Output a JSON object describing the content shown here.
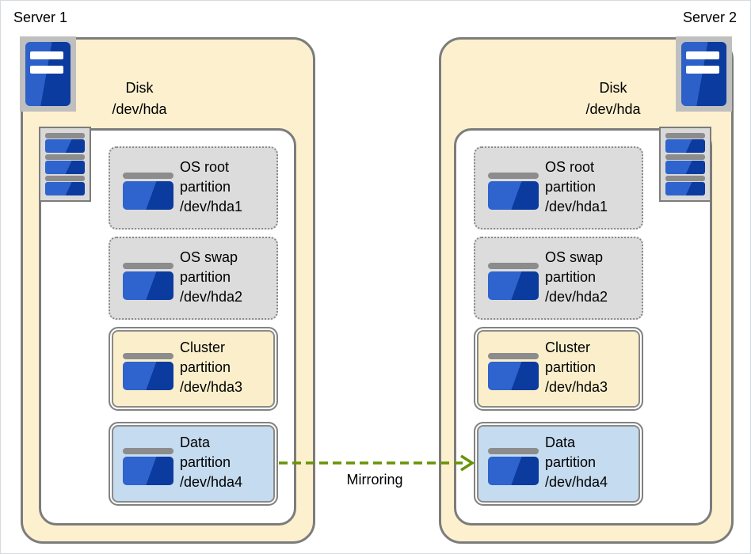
{
  "diagram": {
    "servers": [
      {
        "title": "Server 1",
        "disk_label": [
          "Disk",
          "/dev/hda"
        ],
        "partitions": [
          {
            "type": "os",
            "lines": [
              "OS root",
              "partition",
              "/dev/hda1"
            ]
          },
          {
            "type": "os",
            "lines": [
              "OS swap",
              "partition",
              "/dev/hda2"
            ]
          },
          {
            "type": "cluster",
            "lines": [
              "Cluster",
              "partition",
              "/dev/hda3"
            ]
          },
          {
            "type": "data",
            "lines": [
              "Data",
              "partition",
              "/dev/hda4"
            ]
          }
        ]
      },
      {
        "title": "Server 2",
        "disk_label": [
          "Disk",
          "/dev/hda"
        ],
        "partitions": [
          {
            "type": "os",
            "lines": [
              "OS root",
              "partition",
              "/dev/hda1"
            ]
          },
          {
            "type": "os",
            "lines": [
              "OS swap",
              "partition",
              "/dev/hda2"
            ]
          },
          {
            "type": "cluster",
            "lines": [
              "Cluster",
              "partition",
              "/dev/hda3"
            ]
          },
          {
            "type": "data",
            "lines": [
              "Data",
              "partition",
              "/dev/hda4"
            ]
          }
        ]
      }
    ],
    "arrow": {
      "label": "Mirroring",
      "direction": "server1-data-to-server2-data",
      "style": "dashed",
      "color": "#679409"
    },
    "colors": {
      "disk_container_fill": "#fcf0ce",
      "os_partition_fill": "#dcdcdc",
      "cluster_partition_fill": "#fbefcb",
      "data_partition_fill": "#c5dbef",
      "border_gray": "#7c7c7c",
      "icon_blue_light": "#2f63cd",
      "icon_blue_dark": "#0b3b9e",
      "arrow_green": "#679409"
    }
  }
}
